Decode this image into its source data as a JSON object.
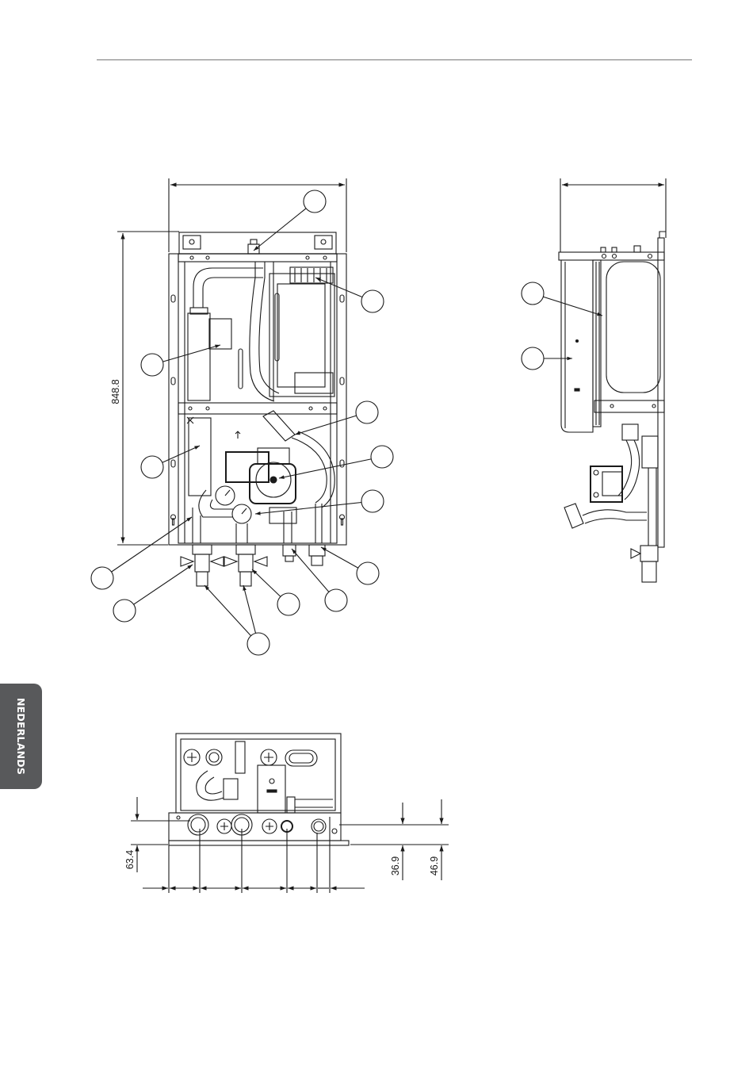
{
  "language_tab": {
    "label": "NEDERLANDS"
  },
  "front_view": {
    "height_dimension": "848.8"
  },
  "bottom_view": {
    "left_dimension": "63.4",
    "right_dimension_inner": "36.9",
    "right_dimension_outer": "46.9"
  },
  "colors": {
    "line": "#1a1a1a",
    "tab_background": "#58595b",
    "tab_text": "#ffffff",
    "rule": "#777777"
  }
}
